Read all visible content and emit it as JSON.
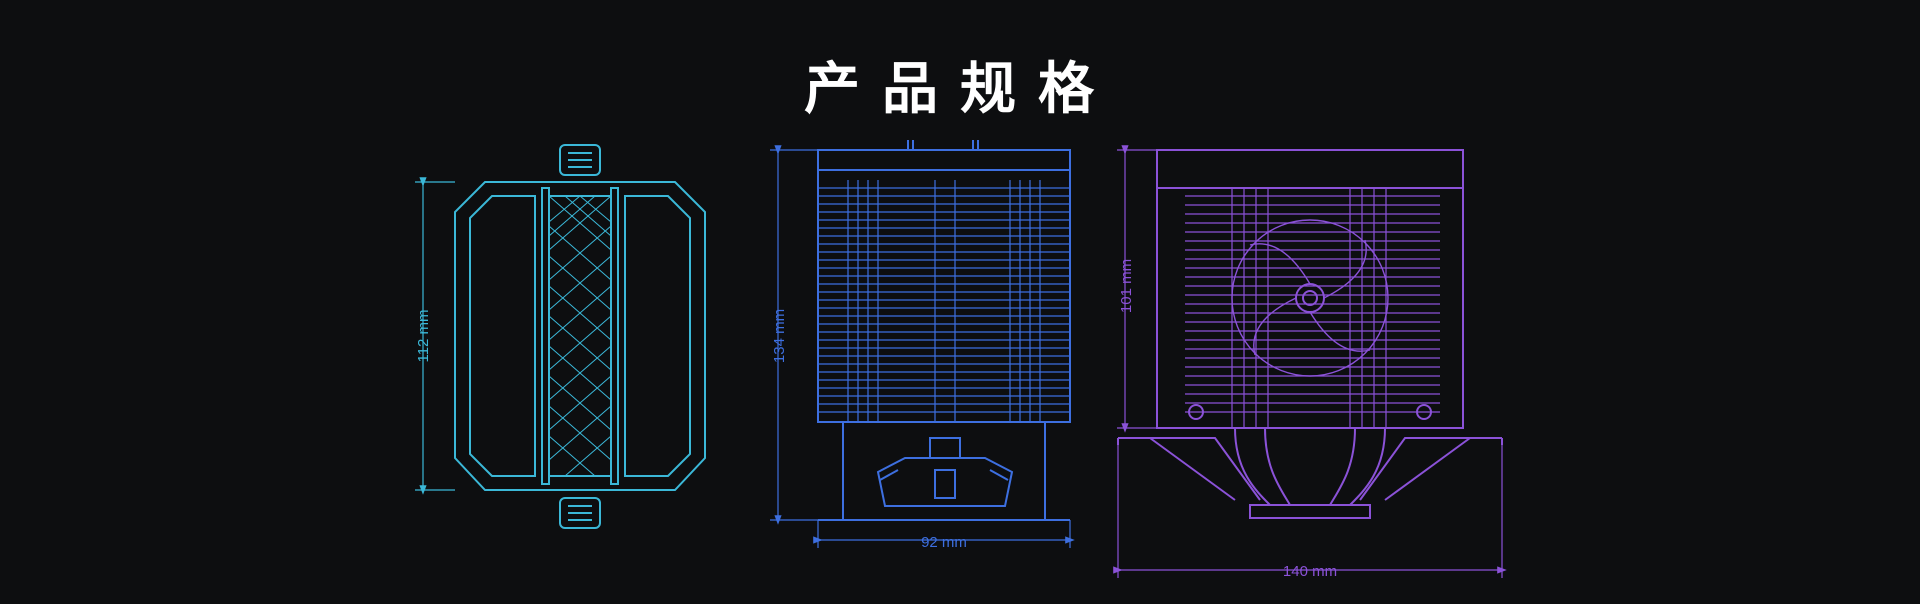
{
  "title": "产品规格",
  "colors": {
    "background": "#0d0e10",
    "top_view": "#3bb8d8",
    "side_view": "#3d6fe0",
    "front_view": "#8b52d8"
  },
  "dimensions": {
    "top_view_depth": "112 mm",
    "side_view_height": "134 mm",
    "side_view_width": "92 mm",
    "front_view_fan_height": "101 mm",
    "front_view_width": "140 mm"
  }
}
